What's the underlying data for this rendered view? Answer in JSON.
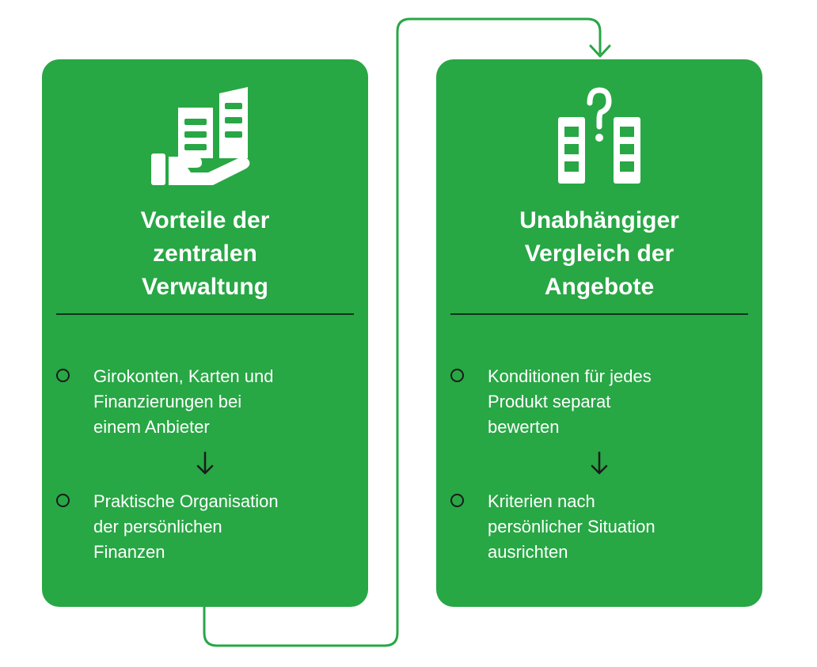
{
  "colors": {
    "card_green": "#28a745",
    "text_white": "#ffffff",
    "divider_dark": "#14321c",
    "connector_green": "#28a745"
  },
  "cards": [
    {
      "icon": "hand-holding-buildings-icon",
      "title": "Vorteile der\nzentralen\nVerwaltung",
      "items": [
        "Girokonten, Karten und\nFinanzierungen bei\neinem Anbieter",
        "Praktische Organisation\nder persönlichen\nFinanzen"
      ]
    },
    {
      "icon": "compare-buildings-question-icon",
      "title": "Unabhängiger\nVergleich der\nAngebote",
      "items": [
        "Konditionen für jedes\nProdukt separat\nbewerten",
        "Kriterien nach\npersönlicher Situation\nausrichten"
      ]
    }
  ]
}
